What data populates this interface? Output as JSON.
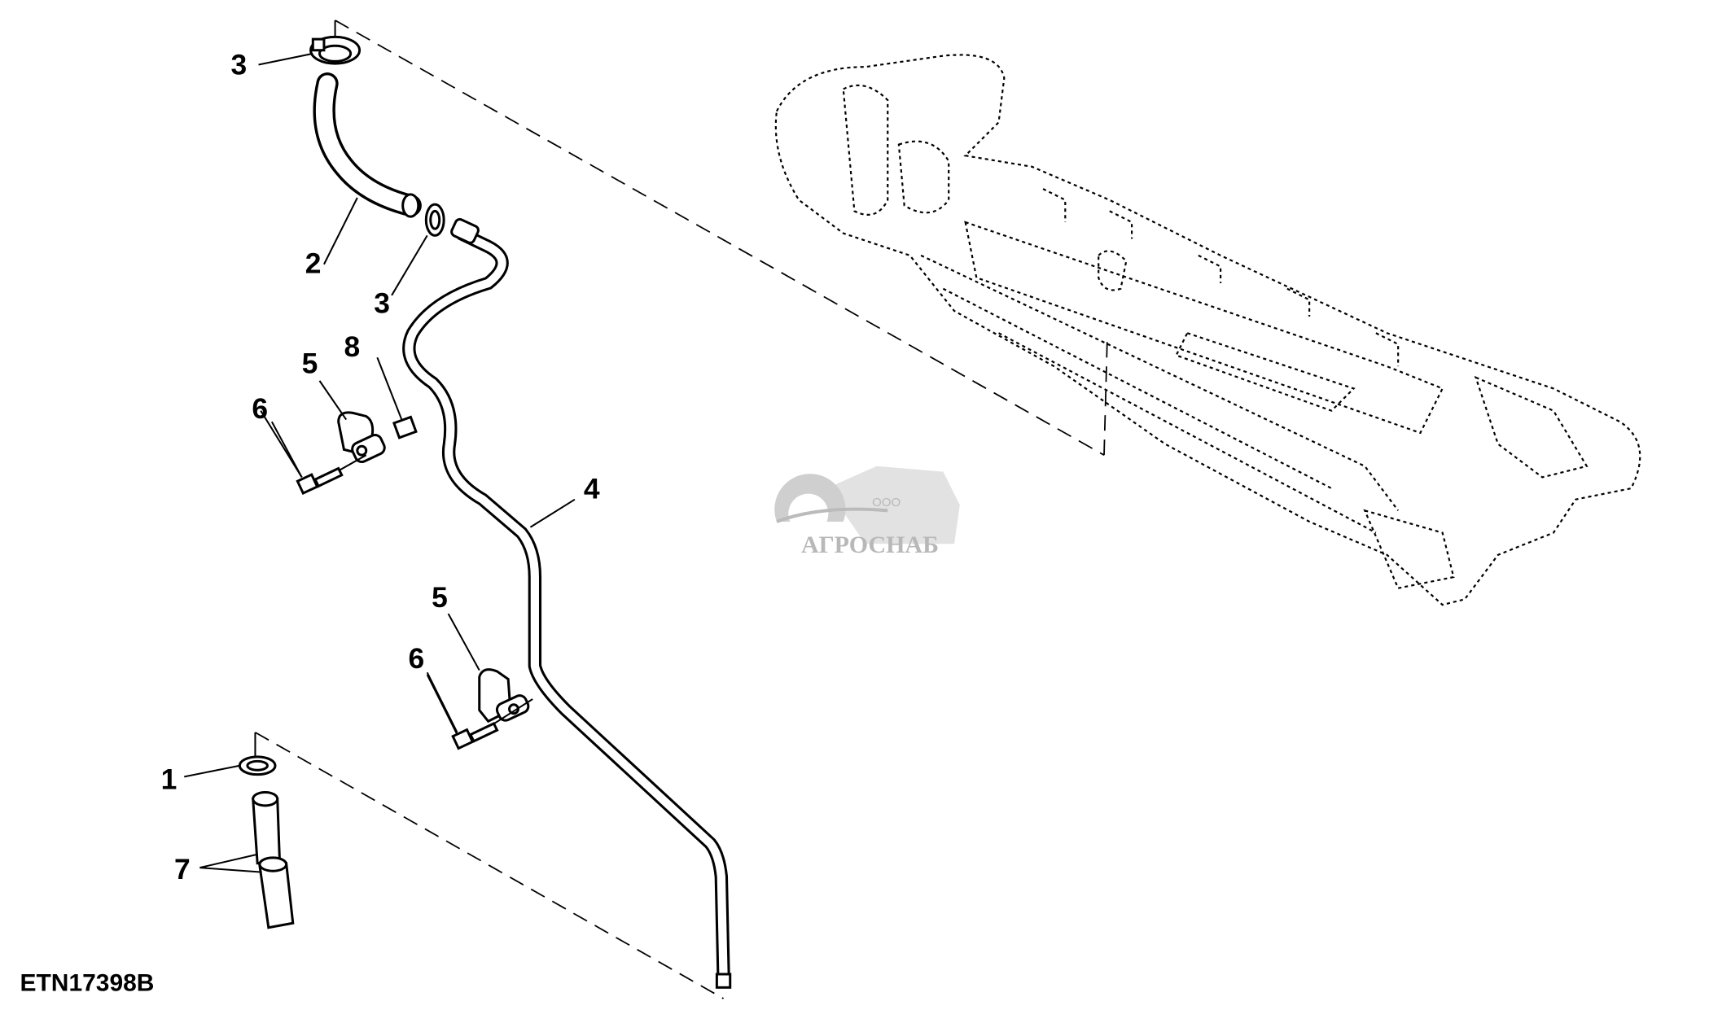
{
  "figure_code": "ETN17398B",
  "callouts": [
    "1",
    "2",
    "3",
    "4",
    "5",
    "6",
    "7",
    "8"
  ],
  "labels": {
    "item3_top": "3",
    "item2": "2",
    "item3_mid": "3",
    "item5_top": "5",
    "item8": "8",
    "item6_top": "6",
    "item4": "4",
    "item5_bottom": "5",
    "item6_bottom": "6",
    "item1": "1",
    "item7": "7"
  },
  "watermark": {
    "prefix": "ООО",
    "name": "АГРОСНАБ"
  }
}
